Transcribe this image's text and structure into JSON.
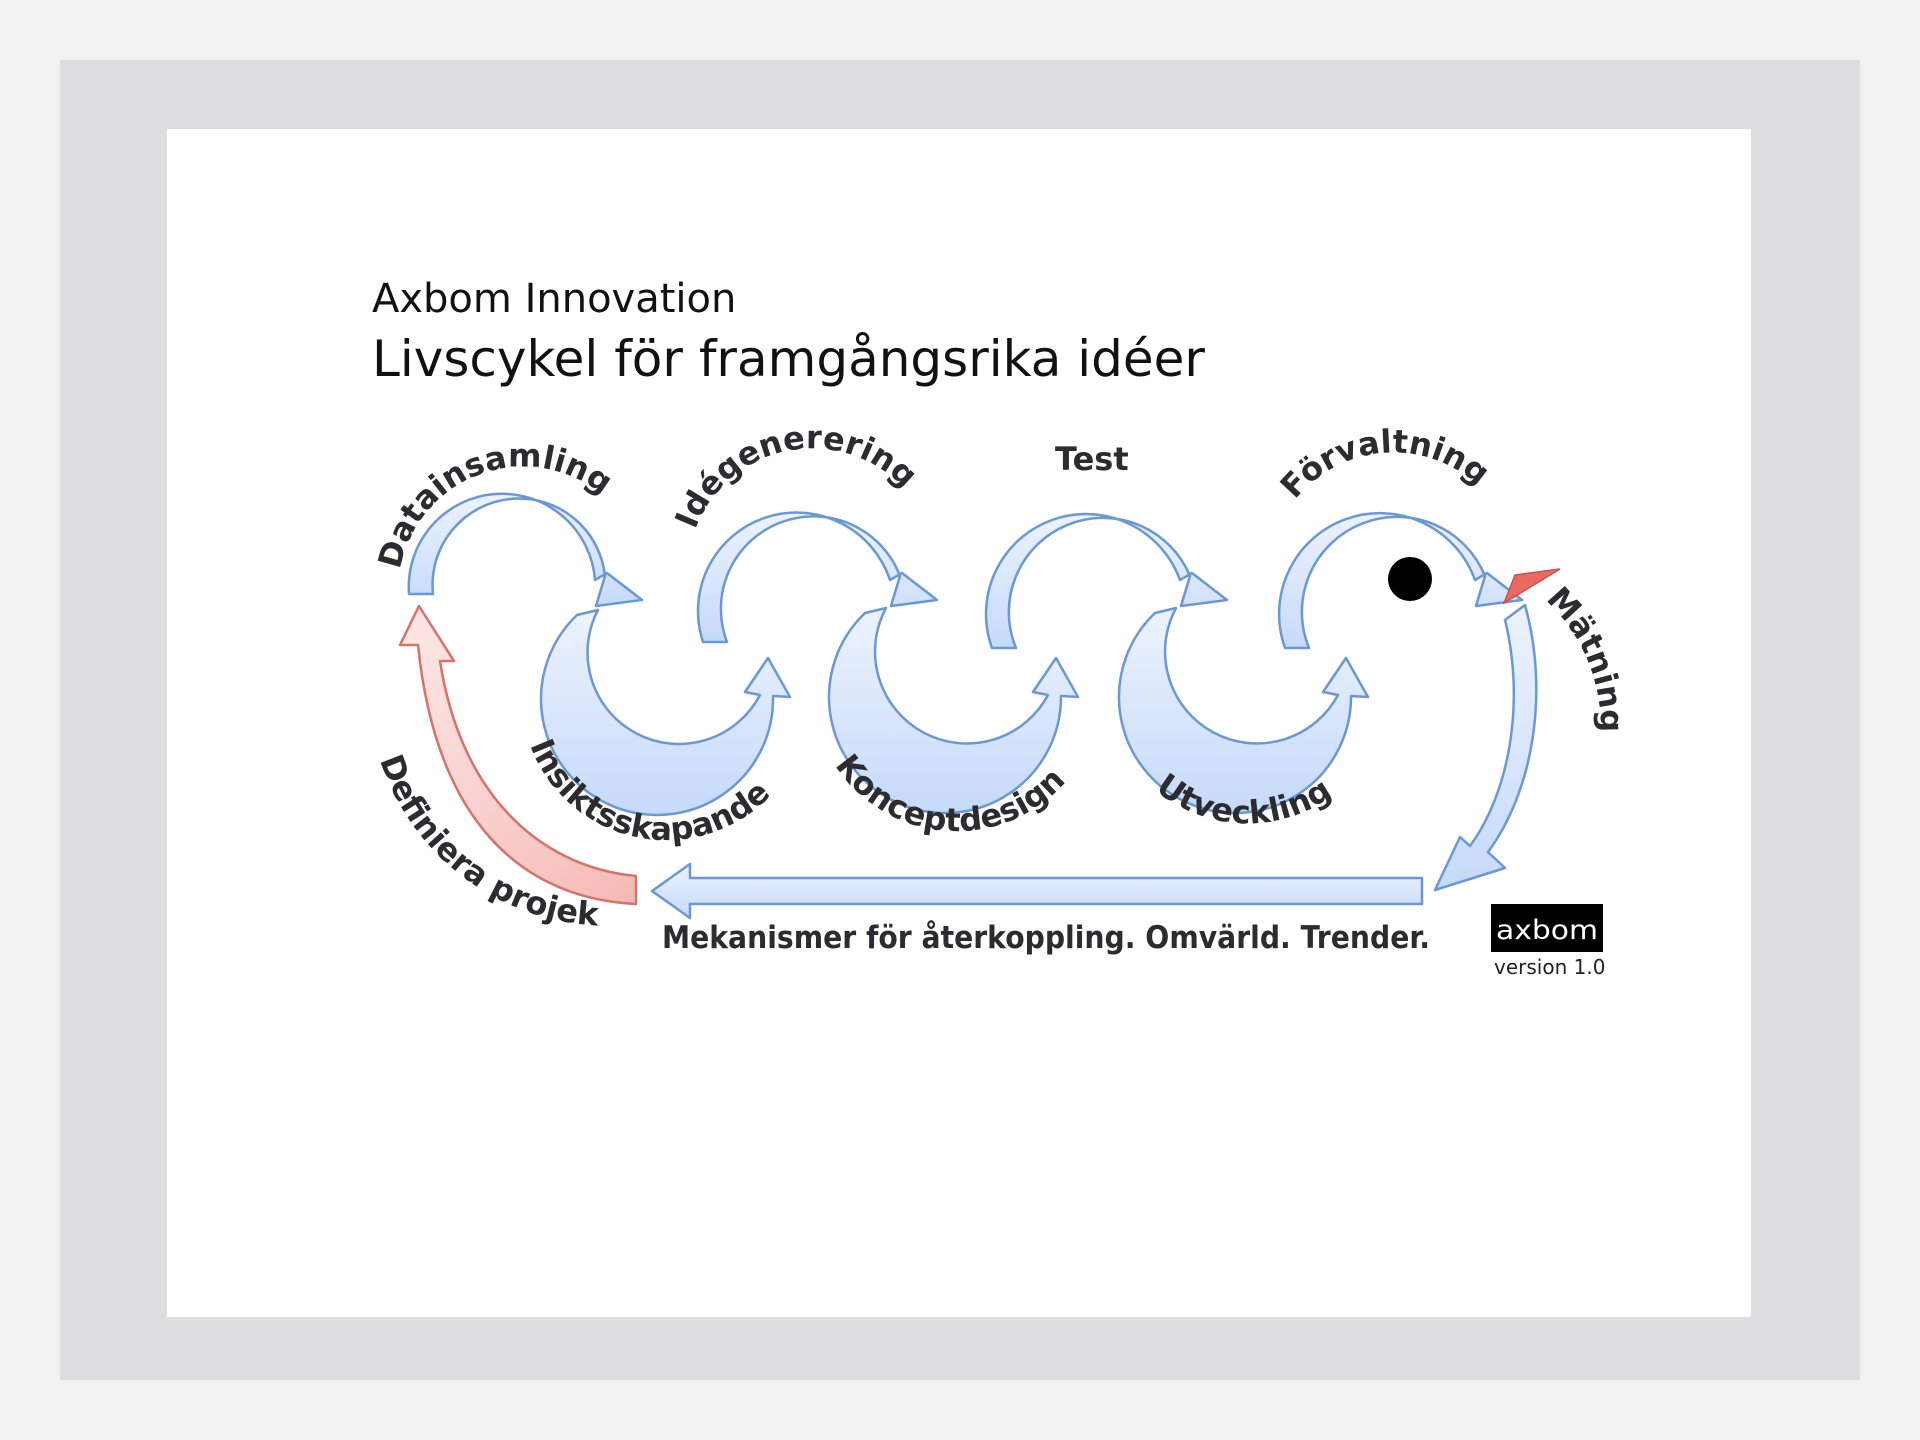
{
  "header": {
    "company": "Axbom Innovation",
    "title": "Livscykel för framgångsrika idéer"
  },
  "stages": {
    "datainsamling": "Datainsamling",
    "insiktsskapande": "Insiktsskapande",
    "idegenerering": "Idégenerering",
    "konceptdesign": "Konceptdesign",
    "test": "Test",
    "utveckling": "Utveckling",
    "forvaltning": "Förvaltning",
    "matning": "Mätning",
    "definiera": "Definiera projekt"
  },
  "feedback": "Mekanismer för återkoppling. Omvärld. Trender.",
  "logo": {
    "text": "axbom",
    "version": "version 1.0"
  },
  "colors": {
    "arrow_fill": "#cfe0fb",
    "arrow_stroke": "#6a98d6",
    "red_fill": "#f8c9c6",
    "red_stroke": "#d9716b",
    "beak": "#ea6a62",
    "eye": "#000000"
  }
}
